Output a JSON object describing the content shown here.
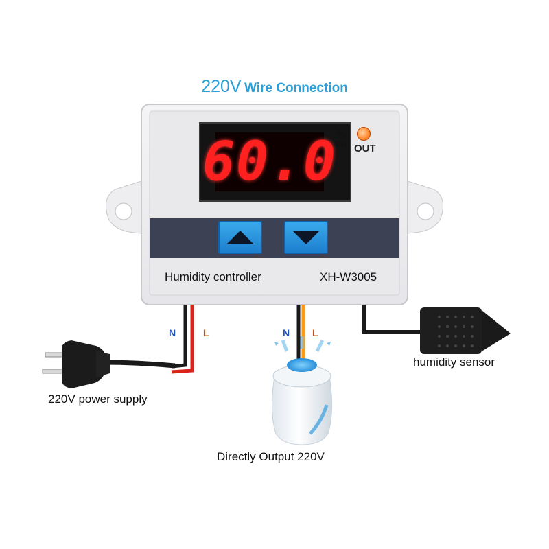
{
  "header": {
    "voltage": "220V",
    "title": "Wire Connection"
  },
  "device": {
    "display_value": "60.0",
    "unit_percent": "%",
    "unit_rh": "RH",
    "out_label": "OUT",
    "name": "Humidity controller",
    "model": "XH-W3005",
    "up_button": "up-arrow-icon",
    "down_button": "down-arrow-icon"
  },
  "wires": {
    "power": {
      "n": "N",
      "l": "L"
    },
    "output": {
      "n": "N",
      "l": "L"
    }
  },
  "captions": {
    "power_voltage": "220V",
    "power_text": "power supply",
    "output_text": "Directly Output",
    "output_voltage": "220V",
    "sensor_text": "humidity sensor"
  },
  "colors": {
    "title": "#2a9fd8",
    "display_red": "#ff2020",
    "button_blue": "#2a93dc",
    "wire_neutral_left": "#1e50b8",
    "wire_live": "#d03010",
    "wire_live_output": "#ff8c00"
  }
}
